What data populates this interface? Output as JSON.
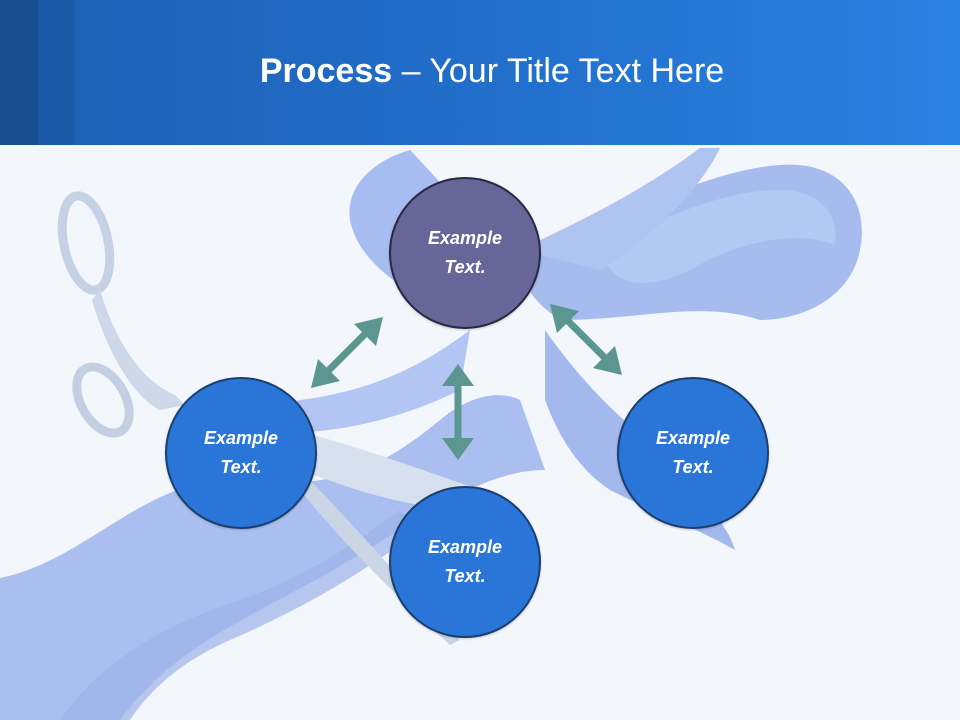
{
  "slide": {
    "title_bold": "Process",
    "title_rest": " – Your Title Text Here"
  },
  "nodes": {
    "top": "Example Text.",
    "left": "Example Text.",
    "right": "Example Text.",
    "bottom": "Example Text."
  },
  "colors": {
    "header": "#2270cd",
    "circle_blue": "#2a76d8",
    "circle_purple": "#666699",
    "arrow": "#5b9690",
    "ribbon": "#a9bff0"
  }
}
